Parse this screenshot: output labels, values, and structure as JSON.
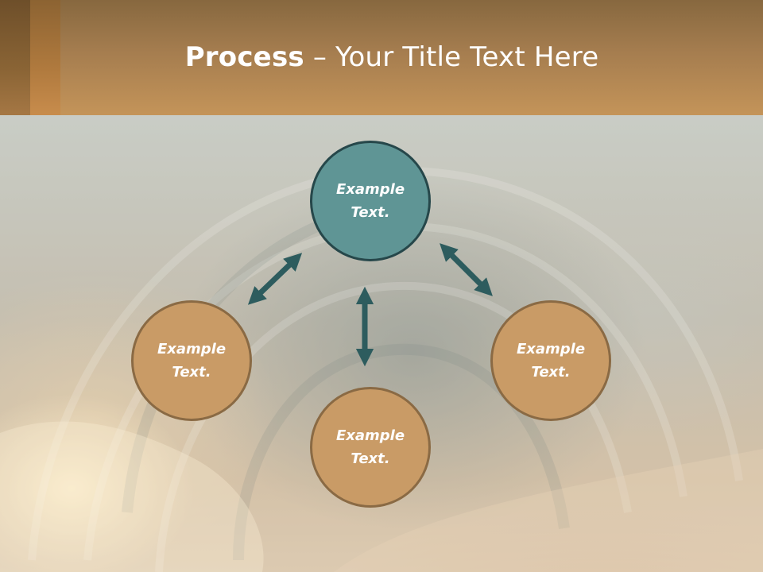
{
  "title": {
    "bold": "Process",
    "rest": " – Your Title Text Here"
  },
  "nodes": {
    "top": "Example\nText.",
    "left": "Example\nText.",
    "bottom": "Example\nText.",
    "right": "Example\nText."
  },
  "colors": {
    "header": "#a57d4f",
    "node_top": "#5f9595",
    "node_other": "#c99b66",
    "arrow": "#2d5c5e"
  }
}
